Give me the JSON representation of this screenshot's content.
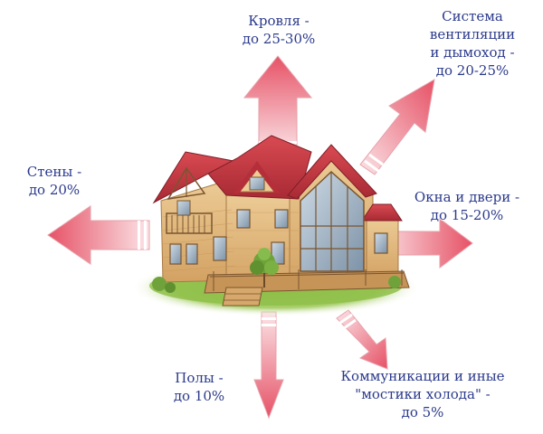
{
  "colors": {
    "label": "#2b3a8c",
    "arrow_light": "#fbe3e6",
    "arrow_dark": "#e8566a",
    "wall": "#e3b77a",
    "roof": "#c8333f",
    "glass": "#9fb4c6",
    "grass": "#7fae3c"
  },
  "labels": {
    "roof": {
      "line1": "Кровля -",
      "line2": "до 25-30%"
    },
    "ventilation": {
      "line1": "Система",
      "line2": "вентиляции",
      "line3": "и дымоход -",
      "line4": "до 20-25%"
    },
    "walls": {
      "line1": "Стены -",
      "line2": "до 20%"
    },
    "windows": {
      "line1": "Окна и двери -",
      "line2": "до 15-20%"
    },
    "floors": {
      "line1": "Полы  -",
      "line2": "до 10%"
    },
    "bridges": {
      "line1": "Коммуникации и иные",
      "line2": "\"мостики холода\" -",
      "line3": "до 5%"
    }
  }
}
